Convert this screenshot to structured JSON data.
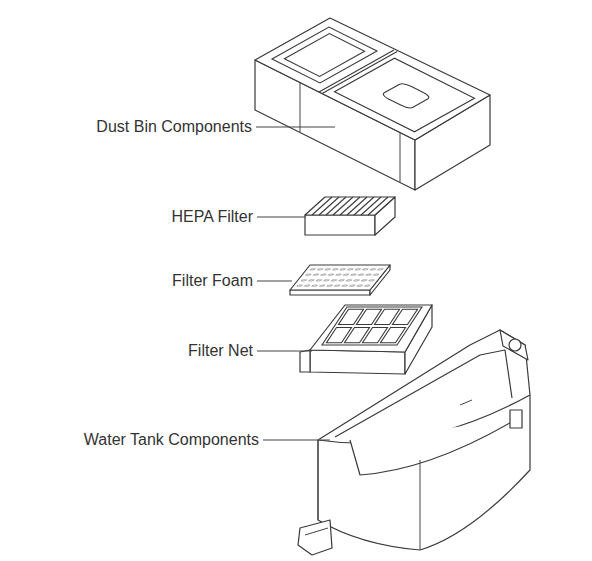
{
  "diagram": {
    "labels": [
      "Dust Bin Components",
      "HEPA Filter",
      "Filter Foam",
      "Filter Net",
      "Water Tank Components"
    ]
  }
}
